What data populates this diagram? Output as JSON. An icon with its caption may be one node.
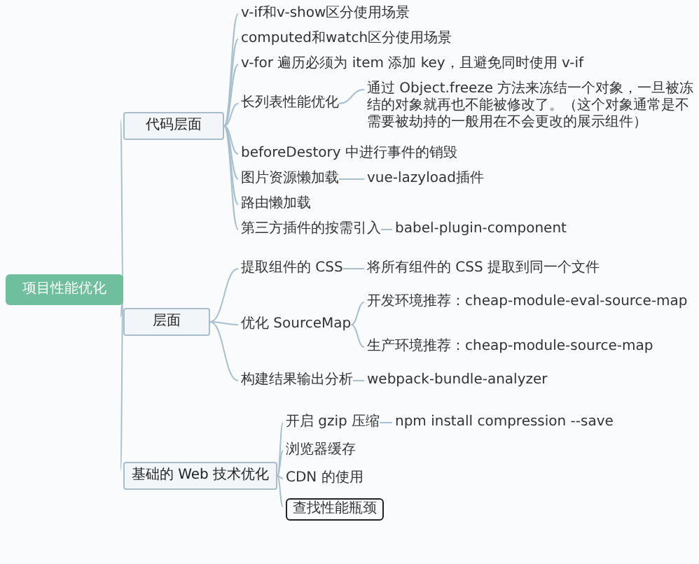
{
  "diagram": {
    "nodes": [
      {
        "text": [
          "项目性能优化"
        ]
      },
      {
        "text": [
          "代码层面"
        ]
      },
      {
        "text": [
          "v-if和v-show区分使用场景"
        ]
      },
      {
        "text": [
          "computed和watch区分使用场景"
        ]
      },
      {
        "text": [
          "v-for 遍历必须为 item 添加 key，且避免同时使用 v-if"
        ]
      },
      {
        "text": [
          "长列表性能优化"
        ]
      },
      {
        "text": [
          "通过 Object.freeze 方法来冻结一个对象，一旦被冻结的对象就再也不能被修改了。（这个对象通常是不需要被劫持的一般用在不会更改的展示组件）"
        ]
      },
      {
        "text": [
          "beforeDestory 中进行事件的销毁"
        ]
      },
      {
        "text": [
          "图片资源懒加载"
        ]
      },
      {
        "text": [
          "vue-lazyload插件"
        ]
      },
      {
        "text": [
          "路由懒加载"
        ]
      },
      {
        "text": [
          "第三方插件的按需引入"
        ]
      },
      {
        "text": [
          "babel-plugin-component"
        ]
      },
      {
        "text": [
          "层面"
        ]
      },
      {
        "text": [
          "提取组件的 CSS"
        ]
      },
      {
        "text": [
          "将所有组件的 CSS 提取到同一个文件"
        ]
      },
      {
        "text": [
          "优化 SourceMap"
        ]
      },
      {
        "text": [
          "开发环境推荐：cheap-module-eval-source-map"
        ]
      },
      {
        "text": [
          "生产环境推荐：cheap-module-source-map"
        ]
      },
      {
        "text": [
          "构建结果输出分析"
        ]
      },
      {
        "text": [
          "webpack-bundle-analyzer"
        ]
      },
      {
        "text": [
          "基础的 Web 技术优化"
        ]
      },
      {
        "text": [
          "开启 gzip 压缩"
        ]
      },
      {
        "text": [
          "npm install compression --save"
        ]
      },
      {
        "text": [
          "浏览器缓存"
        ]
      },
      {
        "text": [
          "CDN 的使用"
        ]
      },
      {
        "text": [
          "查找性能瓶颈"
        ]
      }
    ],
    "edges": [
      {
        "from": 0,
        "to": 1,
        "arrow": "none"
      },
      {
        "from": 1,
        "to": 2,
        "arrow": "none"
      },
      {
        "from": 1,
        "to": 3,
        "arrow": "none"
      },
      {
        "from": 1,
        "to": 4,
        "arrow": "none"
      },
      {
        "from": 1,
        "to": 5,
        "arrow": "none"
      },
      {
        "from": 5,
        "to": 6,
        "arrow": "none"
      },
      {
        "from": 1,
        "to": 7,
        "arrow": "none"
      },
      {
        "from": 1,
        "to": 8,
        "arrow": "none"
      },
      {
        "from": 8,
        "to": 9,
        "arrow": "none"
      },
      {
        "from": 1,
        "to": 10,
        "arrow": "none"
      },
      {
        "from": 1,
        "to": 11,
        "arrow": "none"
      },
      {
        "from": 11,
        "to": 12,
        "arrow": "none"
      },
      {
        "from": 0,
        "to": 13,
        "arrow": "none"
      },
      {
        "from": 13,
        "to": 14,
        "arrow": "none"
      },
      {
        "from": 14,
        "to": 15,
        "arrow": "none"
      },
      {
        "from": 13,
        "to": 16,
        "arrow": "none"
      },
      {
        "from": 16,
        "to": 17,
        "arrow": "none"
      },
      {
        "from": 16,
        "to": 18,
        "arrow": "none"
      },
      {
        "from": 13,
        "to": 19,
        "arrow": "none"
      },
      {
        "from": 19,
        "to": 20,
        "arrow": "none"
      },
      {
        "from": 0,
        "to": 21,
        "arrow": "none"
      },
      {
        "from": 21,
        "to": 22,
        "arrow": "none"
      },
      {
        "from": 22,
        "to": 23,
        "arrow": "none"
      },
      {
        "from": 21,
        "to": 24,
        "arrow": "none"
      },
      {
        "from": 21,
        "to": 25,
        "arrow": "none"
      },
      {
        "from": 21,
        "to": 26,
        "arrow": "none"
      }
    ]
  }
}
